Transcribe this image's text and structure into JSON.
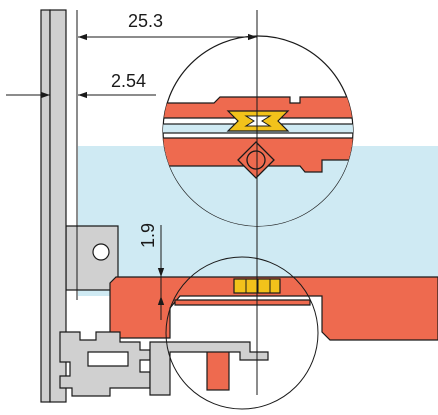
{
  "dimensions": {
    "top_width": "25.3",
    "pitch": "2.54",
    "offset": "1.9"
  },
  "colors": {
    "body": "#ee6a4f",
    "panel": "#cfeaf3",
    "contact": "#f2c21b",
    "metal": "#d0d0d0",
    "line": "#1a1a1a"
  }
}
